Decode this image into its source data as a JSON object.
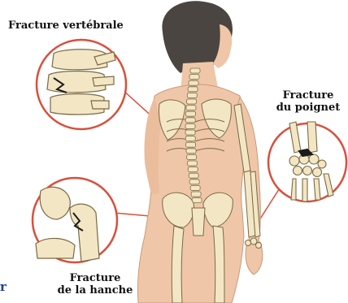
{
  "labels": {
    "vertebral": "Fracture vertébrale",
    "wrist_line1": "Fracture",
    "wrist_line2": "du poignet",
    "hip_line1": "Fracture",
    "hip_line2": "de la hanche",
    "edge_fragment": "r"
  },
  "colors": {
    "skin": "#efc7a8",
    "bone": "#f3e6c4",
    "bone_outline": "#7a6a45",
    "hair": "#4a4540",
    "callout_ring": "#d8503c",
    "fracture": "#1b1b1b"
  },
  "icons": [
    "spine-icon",
    "pelvis-icon",
    "arm-bone-icon",
    "vertebra-icon",
    "femur-icon",
    "wrist-bones-icon"
  ]
}
